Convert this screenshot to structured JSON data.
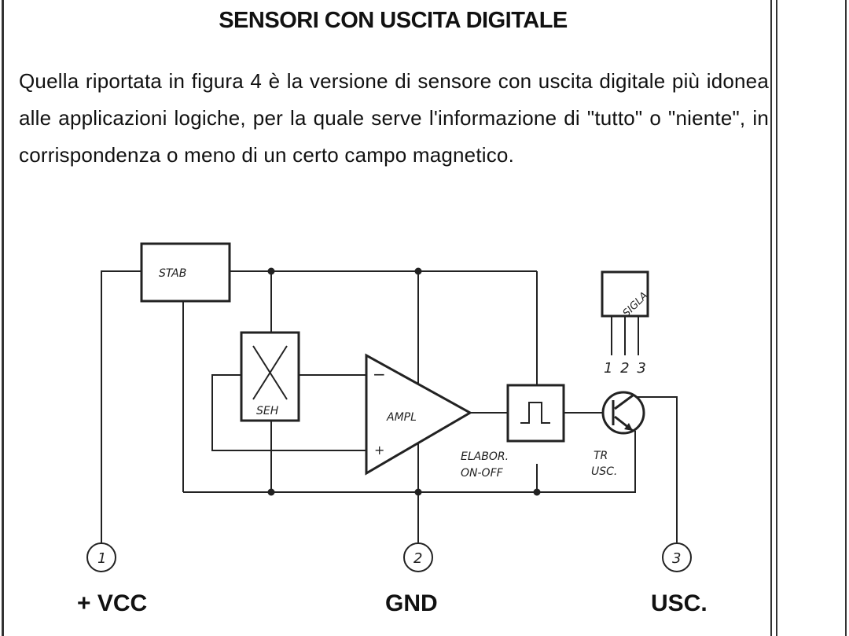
{
  "heading": "SENSORI CON USCITA DIGITALE",
  "paragraph": "Quella riportata in figura 4 è la versione di sensore con uscita digitale più idonea alle applicazioni logiche, per la quale serve l'informazione di \"tutto\" o \"niente\", in corrispondenza o meno di un certo campo magnetico.",
  "diagram": {
    "blocks": {
      "stab": "STAB",
      "seh": "SEH",
      "ampl": "AMPL",
      "minus": "−",
      "plus": "+",
      "elabor_line1": "ELABOR.",
      "elabor_line2": "ON-OFF",
      "tr_line1": "TR",
      "tr_line2": "USC.",
      "sigla": "SIGLA",
      "package_pins": "1 2 3"
    },
    "pins": [
      {
        "number": "1",
        "label": "+ VCC"
      },
      {
        "number": "2",
        "label": "GND"
      },
      {
        "number": "3",
        "label": "USC."
      }
    ]
  }
}
